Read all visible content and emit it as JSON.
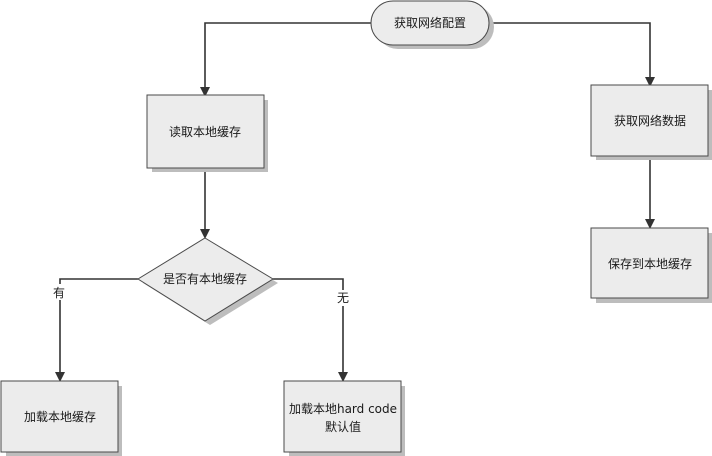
{
  "flowchart": {
    "nodes": {
      "start": "获取网络配置",
      "read_cache": "读取本地缓存",
      "fetch_network": "获取网络数据",
      "has_cache": "是否有本地缓存",
      "save_cache": "保存到本地缓存",
      "load_cache": "加载本地缓存",
      "load_hardcode_line1": "加载本地hard code",
      "load_hardcode_line2": "默认值"
    },
    "edges": {
      "yes_label": "有",
      "no_label": "无"
    }
  },
  "colors": {
    "node_fill": "#ececec",
    "shadow": "#bdbdbd",
    "border": "#4a4a4a",
    "line": "#333333"
  }
}
